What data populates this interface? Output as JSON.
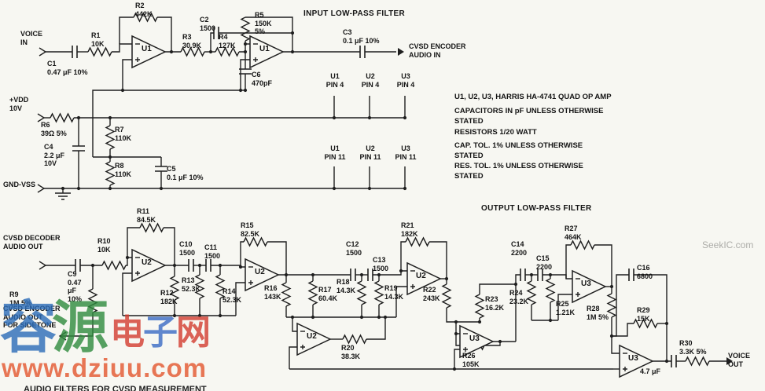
{
  "titles": {
    "input_filter": "INPUT LOW-PASS FILTER",
    "output_filter": "OUTPUT LOW-PASS FILTER"
  },
  "io": {
    "voice_in": "VOICE\nIN",
    "cvsd_encoder_audio_in": "CVSD ENCODER\nAUDIO IN",
    "vdd": "+VDD\n10V",
    "gnd": "GND-VSS",
    "cvsd_decoder_audio_out": "CVSD DECODER\nAUDIO OUT",
    "cvsd_sidetone": "CVSD ENCODER\nAUDIO OUT\nFOR SIDETONE",
    "voice_out": "VOICE OUT"
  },
  "notes": {
    "n1": "U1, U2, U3, HARRIS HA-4741 QUAD OP AMP",
    "n2": "CAPACITORS IN pF UNLESS OTHERWISE\nSTATED",
    "n3": "RESISTORS 1/20 WATT",
    "n4": "CAP. TOL. 1% UNLESS OTHERWISE\nSTATED",
    "n5": "RES. TOL. 1% UNLESS OTHERWISE\nSTATED"
  },
  "pins": {
    "u1p4": "U1\nPIN 4",
    "u2p4": "U2\nPIN 4",
    "u3p4": "U3\nPIN 4",
    "u1p11": "U1\nPIN 11",
    "u2p11": "U2\nPIN 11",
    "u3p11": "U3\nPIN 11"
  },
  "components": {
    "r1": "R1\n10K",
    "r2": "R2\n442K",
    "r3": "R3\n30.9K",
    "r4": "R4\n127K",
    "r5": "R5\n150K\n5%",
    "r6": "R6\n39Ω 5%",
    "r7": "R7\n110K",
    "r8": "R8\n110K",
    "r9": "R9\n1M 5%",
    "r10": "R10\n10K",
    "r11": "R11\n84.5K",
    "r12": "R12\n182K",
    "r13": "R13\n52.3K",
    "r14": "R14\n52.3K",
    "r15": "R15\n82.5K",
    "r16": "R16\n143K",
    "r17": "R17\n60.4K",
    "r18": "R18\n14.3K",
    "r19": "R19\n14.3K",
    "r20": "R20\n38.3K",
    "r21": "R21\n182K",
    "r22": "R22\n243K",
    "r23": "R23\n16.2K",
    "r24": "R24\n23.2K",
    "r25": "R25\n1.21K",
    "r26": "R26\n105K",
    "r27": "R27\n464K",
    "r28": "R28\n1M 5%",
    "r29": "R29\n15K",
    "r30": "R30\n3.3K 5%",
    "c1": "C1\n0.47 μF  10%",
    "c2": "C2\n1500",
    "c3": "C3\n0.1 μF  10%",
    "c4": "C4\n2.2 μF\n10V",
    "c5": "C5\n0.1 μF  10%",
    "c6": "C6\n470pF",
    "c9": "C9\n0.47\nμF\n10%",
    "c10": "C10\n1500",
    "c11": "C11\n1500",
    "c12": "C12\n1500",
    "c13": "C13\n1500",
    "c14": "C14\n2200",
    "c15": "C15\n2200",
    "c16": "C16\n6800",
    "c17": "4.7 μF"
  },
  "opamps": [
    "U1",
    "U1",
    "U2",
    "U2",
    "U2",
    "U2",
    "U3",
    "U3",
    "U3"
  ],
  "watermark": {
    "cn1": "容",
    "cn2": "源",
    "cn3": "电",
    "cn4": "子",
    "cn5": "网",
    "url": "www.dziuu.com",
    "seekic": "SeekIC.com"
  },
  "caption": "AUDIO FILTERS FOR CVSD MEASUREMENT"
}
